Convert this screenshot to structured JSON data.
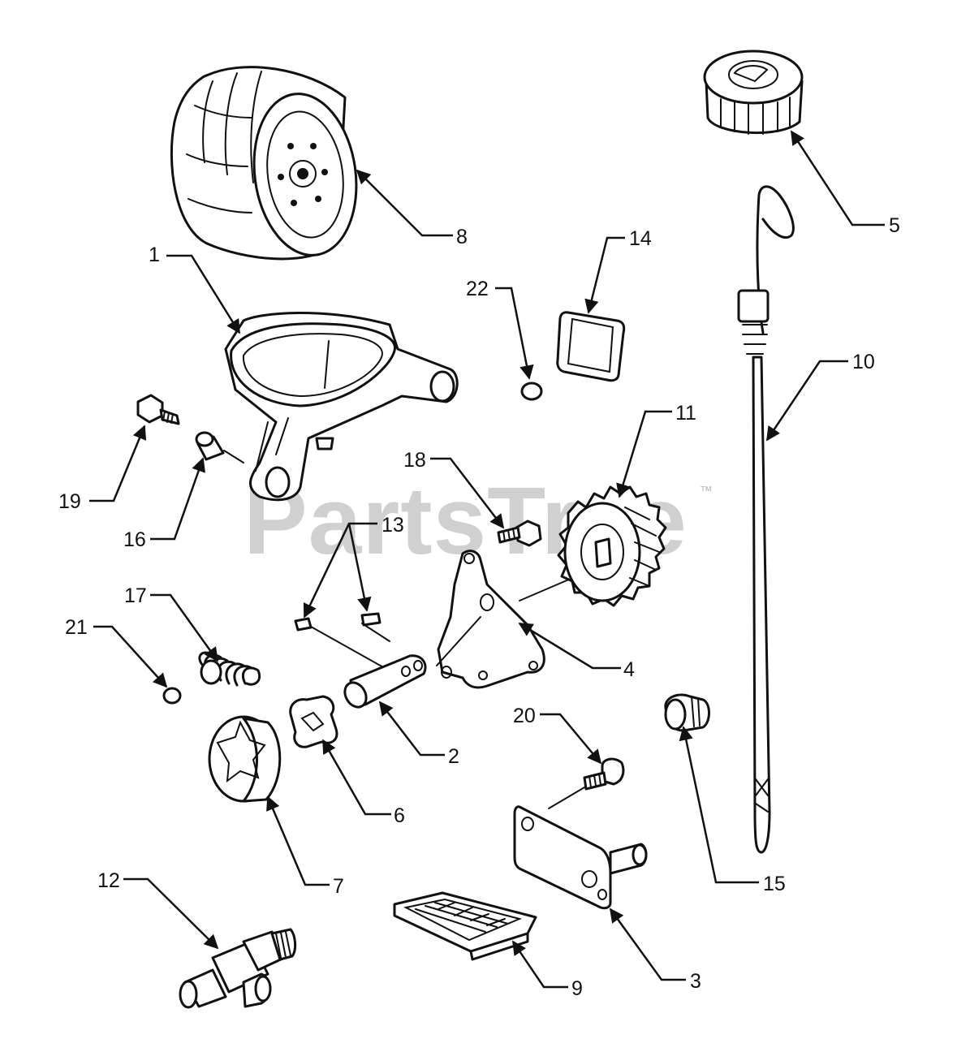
{
  "watermark": {
    "text": "PartsTree",
    "trademark": "™"
  },
  "callouts": [
    {
      "id": "1",
      "label": "1"
    },
    {
      "id": "2",
      "label": "2"
    },
    {
      "id": "3",
      "label": "3"
    },
    {
      "id": "4",
      "label": "4"
    },
    {
      "id": "5",
      "label": "5"
    },
    {
      "id": "6",
      "label": "6"
    },
    {
      "id": "7",
      "label": "7"
    },
    {
      "id": "8",
      "label": "8"
    },
    {
      "id": "9",
      "label": "9"
    },
    {
      "id": "10",
      "label": "10"
    },
    {
      "id": "11",
      "label": "11"
    },
    {
      "id": "12",
      "label": "12"
    },
    {
      "id": "13",
      "label": "13"
    },
    {
      "id": "14",
      "label": "14"
    },
    {
      "id": "15",
      "label": "15"
    },
    {
      "id": "16",
      "label": "16"
    },
    {
      "id": "17",
      "label": "17"
    },
    {
      "id": "18",
      "label": "18"
    },
    {
      "id": "19",
      "label": "19"
    },
    {
      "id": "20",
      "label": "20"
    },
    {
      "id": "21",
      "label": "21"
    },
    {
      "id": "22",
      "label": "22"
    }
  ]
}
